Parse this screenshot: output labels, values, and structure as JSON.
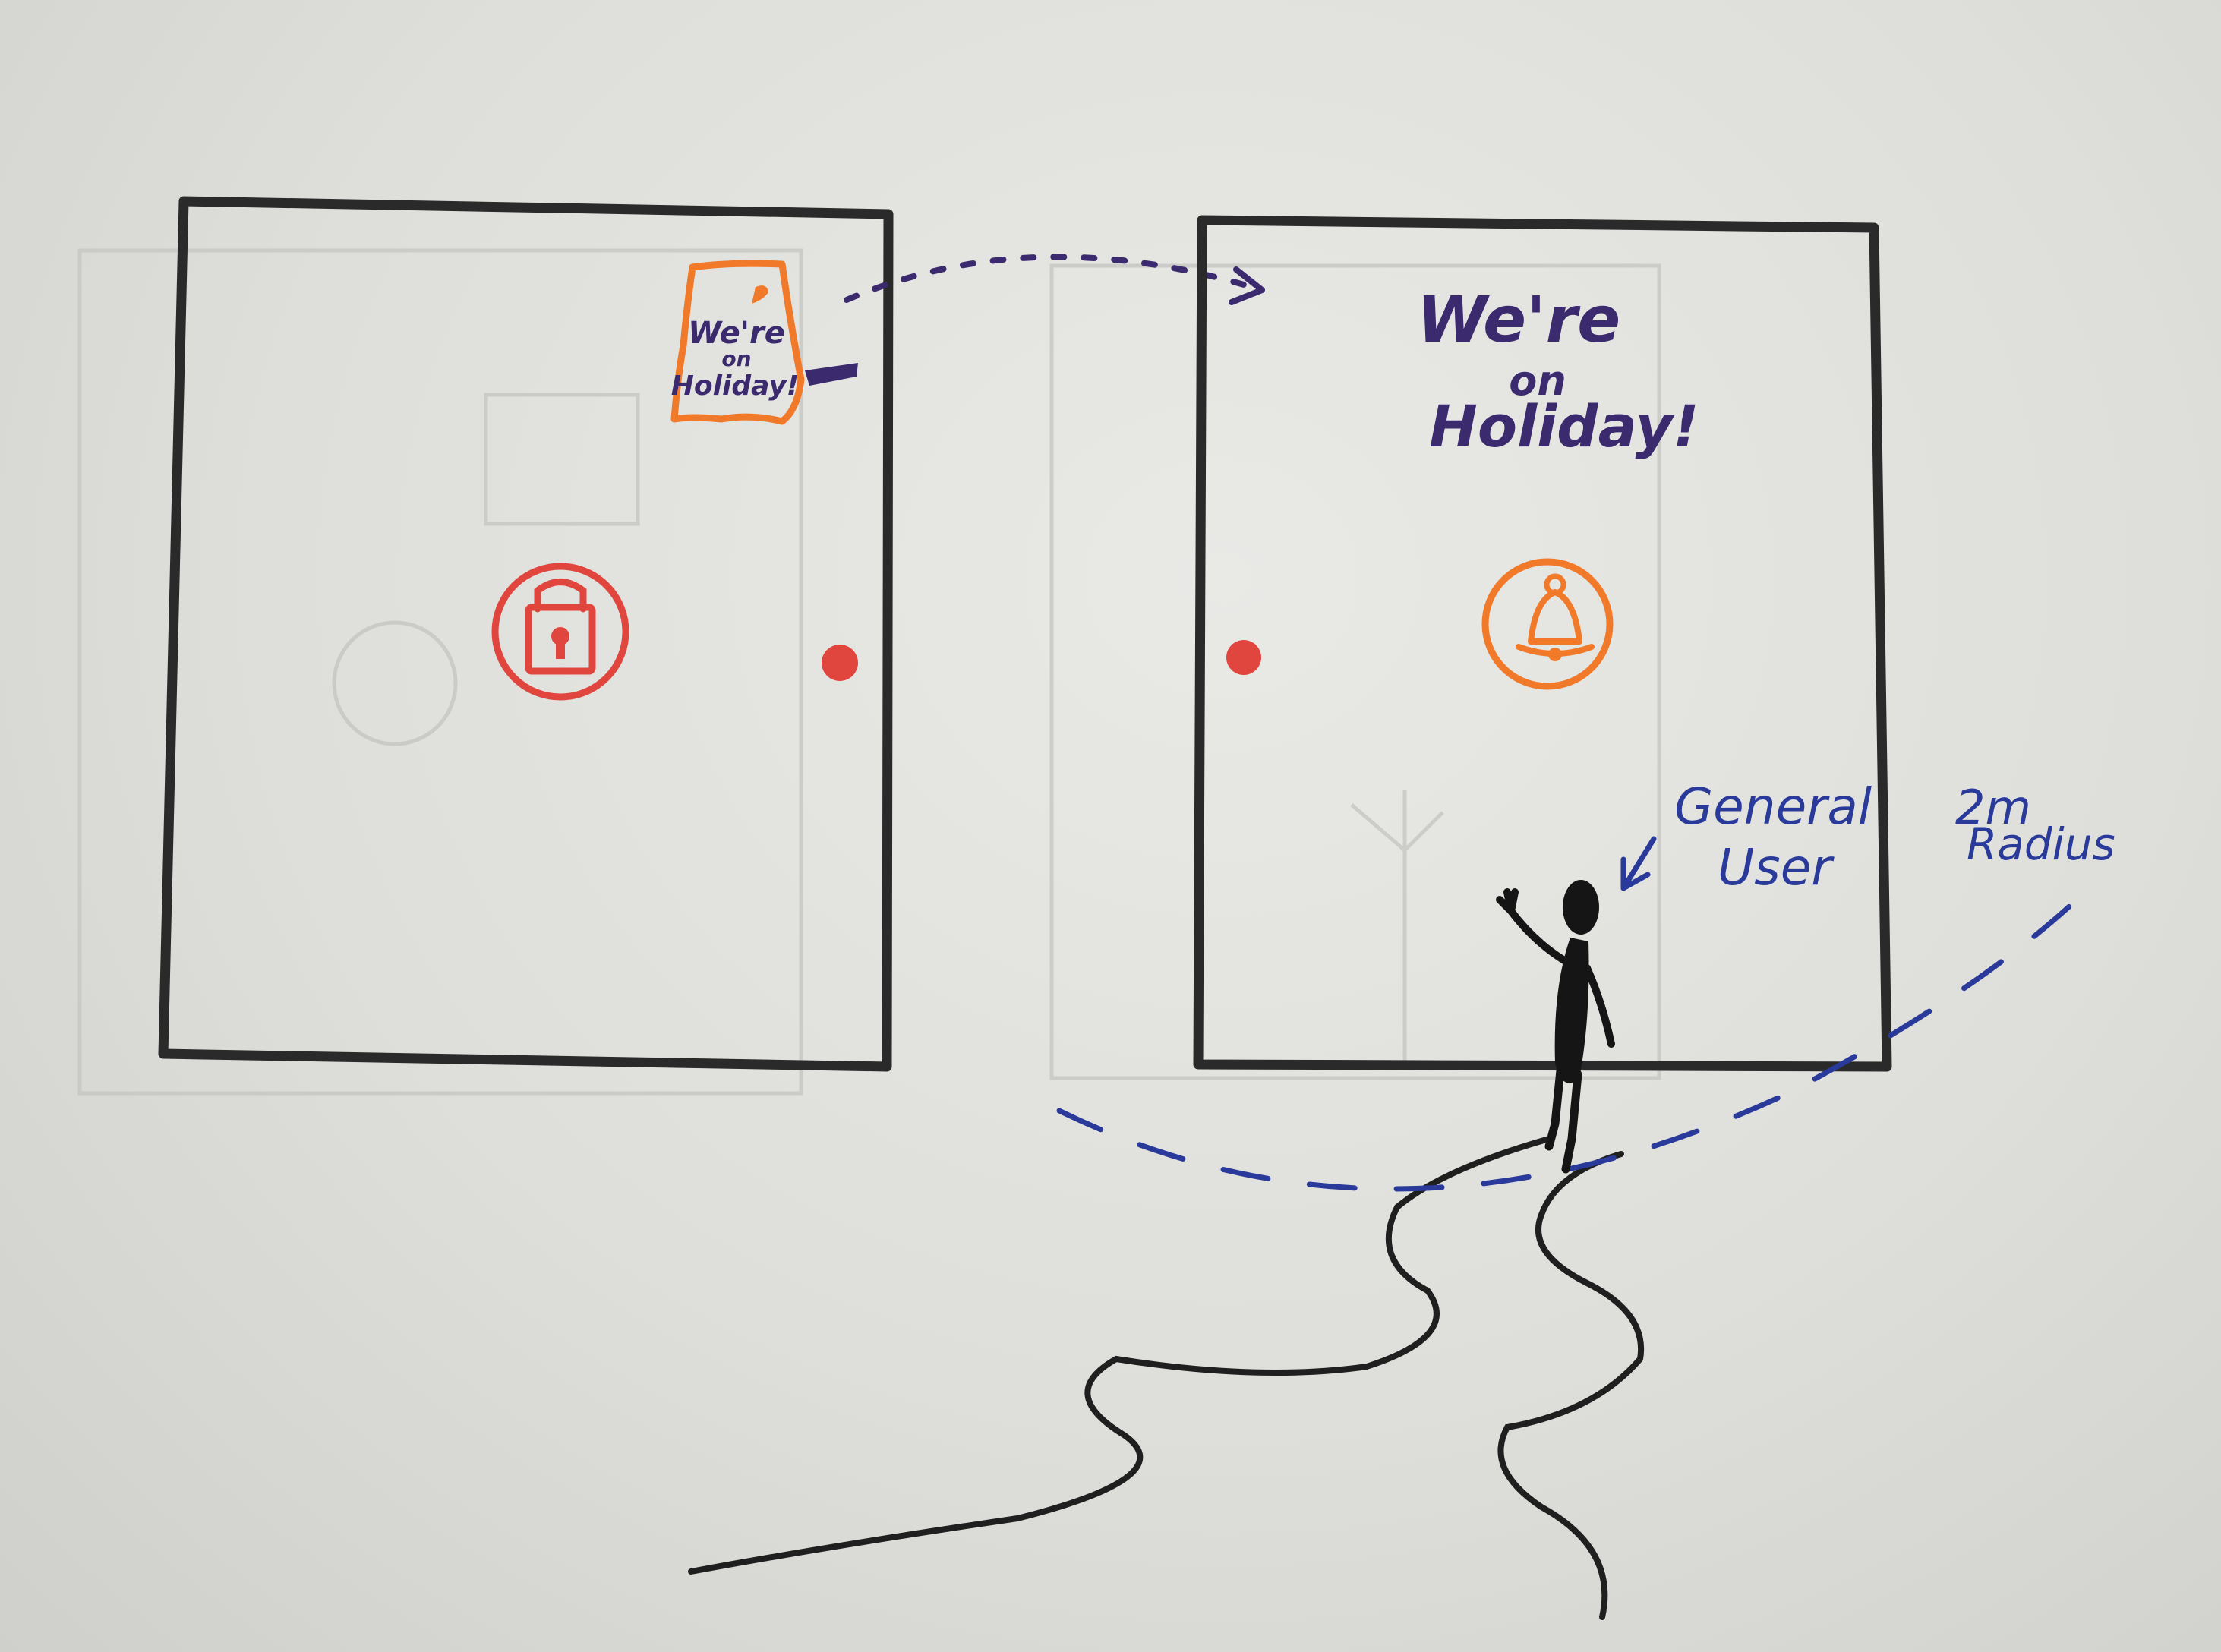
{
  "sticky_note": {
    "line1": "We're",
    "line2": "on",
    "line3": "Holiday!"
  },
  "door_message": {
    "line1": "We're",
    "line2": "on",
    "line3": "Holiday!"
  },
  "person_label": {
    "line1": "General",
    "line2": "User"
  },
  "radius_label": {
    "line1": "2m",
    "line2": "Radius"
  },
  "icons": {
    "left_door": "padlock-icon",
    "right_door": "bell-icon"
  },
  "colors": {
    "ink_black": "#2a2a2a",
    "ink_purple": "#3b2a6e",
    "ink_blue": "#2a3a9a",
    "marker_orange": "#f07a2a",
    "marker_red": "#e0463e"
  }
}
